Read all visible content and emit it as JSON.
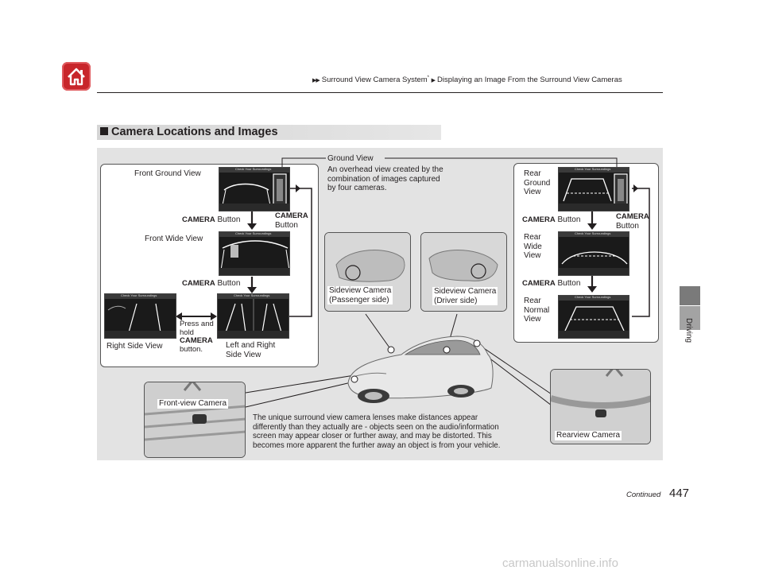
{
  "header": {
    "breadcrumb_part1": "Surround View Camera System",
    "breadcrumb_asterisk": "*",
    "breadcrumb_part2": "Displaying an Image From the Surround View Cameras"
  },
  "section": {
    "title": "Camera Locations and Images"
  },
  "left_group": {
    "front_ground_view": "Front Ground View",
    "camera_button_word": "CAMERA",
    "button_word": "Button",
    "front_wide_view": "Front Wide View",
    "right_side_view": "Right Side View",
    "press_hold_1": "Press and",
    "press_hold_2": "hold",
    "press_hold_3": "CAMERA",
    "press_hold_4": "button.",
    "left_right_1": "Left and Right",
    "left_right_2": "Side View"
  },
  "ground_view": {
    "title": "Ground View",
    "desc1": "An overhead view created by the",
    "desc2": "combination of images captured",
    "desc3": "by four cameras."
  },
  "right_group": {
    "rear_ground_1": "Rear",
    "rear_ground_2": "Ground",
    "rear_ground_3": "View",
    "rear_wide_1": "Rear",
    "rear_wide_2": "Wide",
    "rear_wide_3": "View",
    "rear_normal_1": "Rear",
    "rear_normal_2": "Normal",
    "rear_normal_3": "View"
  },
  "screen_caption": "Check Your Surroundings",
  "cameras": {
    "passenger_1": "Sideview Camera",
    "passenger_2": "(Passenger side)",
    "driver_1": "Sideview Camera",
    "driver_2": "(Driver side)",
    "front": "Front-view Camera",
    "rear": "Rearview Camera"
  },
  "note": {
    "line1": "The unique surround view camera lenses make distances appear",
    "line2": "differently than they actually are - objects seen on the audio/information",
    "line3": "screen may appear closer or further away, and may be distorted. This",
    "line4": "becomes more apparent the further away an object is from your vehicle."
  },
  "side_tab": "Driving",
  "footer": {
    "continued": "Continued",
    "page_number": "447"
  },
  "watermark": "carmanualsonline.info"
}
